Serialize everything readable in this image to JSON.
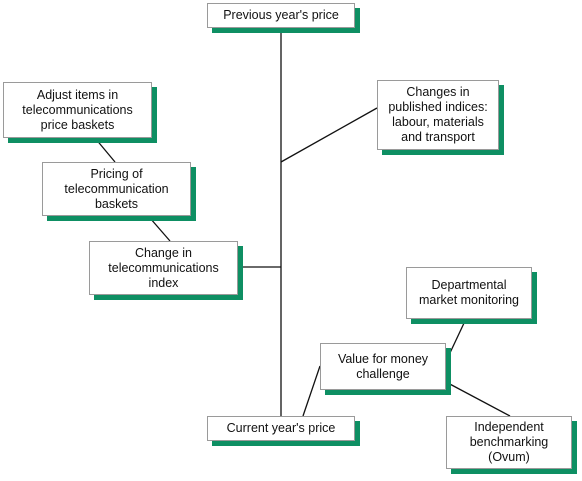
{
  "diagram": {
    "colors": {
      "line": "#111111",
      "border": "#9a9a9a",
      "shadow": "#0e8f63",
      "background": "#ffffff"
    },
    "nodes": {
      "previous_price": "Previous year's price",
      "adjust_items": "Adjust items in\ntelecommunications\nprice baskets",
      "changes_indices": "Changes in\npublished indices:\nlabour, materials\nand transport",
      "pricing_baskets": "Pricing of\ntelecommunication\nbaskets",
      "change_index": "Change in\ntelecommunications\nindex",
      "departmental_monitoring": "Departmental\nmarket monitoring",
      "value_for_money": "Value for money\nchallenge",
      "current_price": "Current year's price",
      "independent_benchmarking": "Independent\nbenchmarking\n(Ovum)"
    }
  }
}
